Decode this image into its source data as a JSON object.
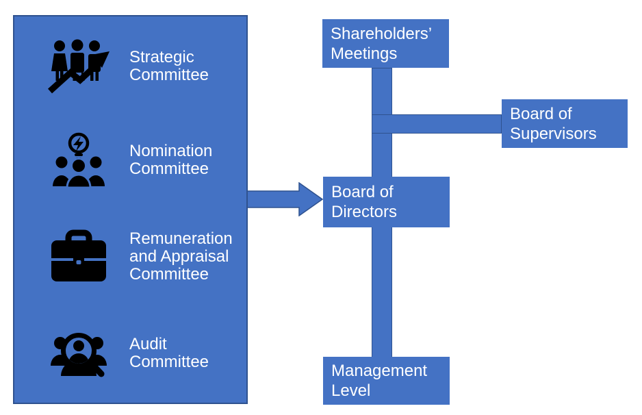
{
  "canvas": {
    "background": "#ffffff"
  },
  "colors": {
    "node_fill": "#4472C4",
    "node_border": "#2F528F",
    "text": "#ffffff",
    "icon": "#000000"
  },
  "left_panel": {
    "items": [
      {
        "label": "Strategic\nCommittee",
        "icon": "people-growth-arrow-icon"
      },
      {
        "label": "Nomination\nCommittee",
        "icon": "team-lightbulb-icon"
      },
      {
        "label": "Remuneration\nand Appraisal\nCommittee",
        "icon": "briefcase-icon"
      },
      {
        "label": "Audit\nCommittee",
        "icon": "team-magnifier-icon"
      }
    ]
  },
  "org_chart": {
    "nodes": {
      "shareholders_meetings": {
        "label": "Shareholders’\nMeetings"
      },
      "board_of_supervisors": {
        "label": "Board of\nSupervisors"
      },
      "board_of_directors": {
        "label": "Board of\nDirectors"
      },
      "management_level": {
        "label": "Management\nLevel"
      }
    },
    "connectors": [
      "shareholders-to-management-vertical-connector",
      "vertical-to-supervisors-horizontal-connector",
      "committees-to-directors-arrow"
    ]
  }
}
